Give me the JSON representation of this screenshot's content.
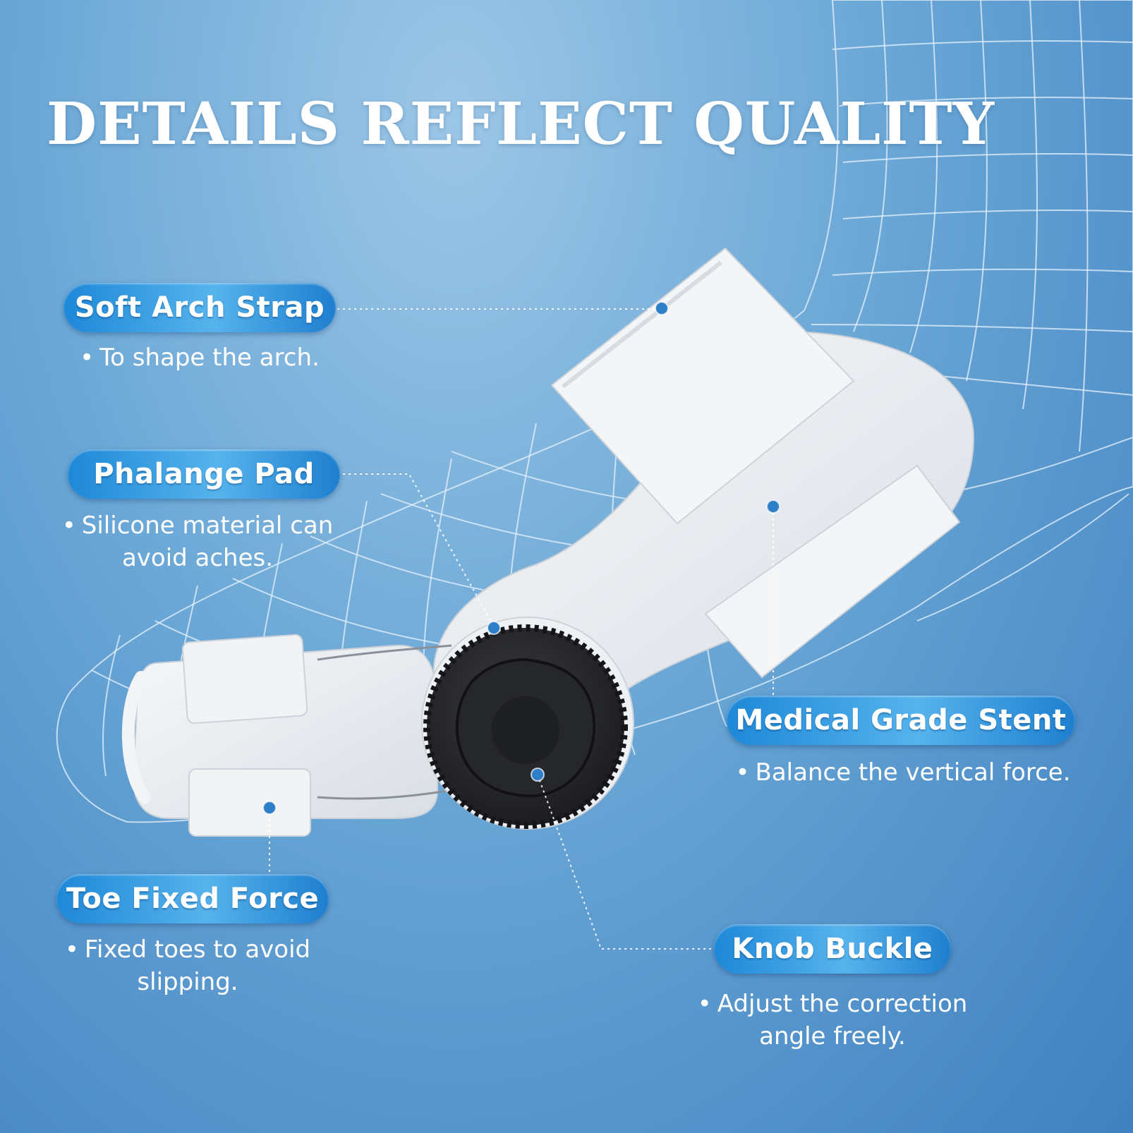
{
  "title": "DETAILS REFLECT QUALITY",
  "callouts": [
    {
      "label": "Soft Arch Strap",
      "desc": [
        "To shape the arch."
      ]
    },
    {
      "label": "Phalange Pad",
      "desc": [
        "Silicone material can",
        "avoid aches."
      ]
    },
    {
      "label": "Medical Grade Stent",
      "desc": [
        "Balance the vertical force."
      ]
    },
    {
      "label": "Toe Fixed Force",
      "desc": [
        "Fixed toes to avoid",
        "slipping."
      ]
    },
    {
      "label": "Knob Buckle",
      "desc": [
        "Adjust the correction",
        "angle freely."
      ]
    }
  ],
  "colors": {
    "background": "#5f9fd3",
    "pill": "#2f94df",
    "device": "#eef1f4",
    "knob": "#2b2c30",
    "dot": "#2f7fc8"
  }
}
